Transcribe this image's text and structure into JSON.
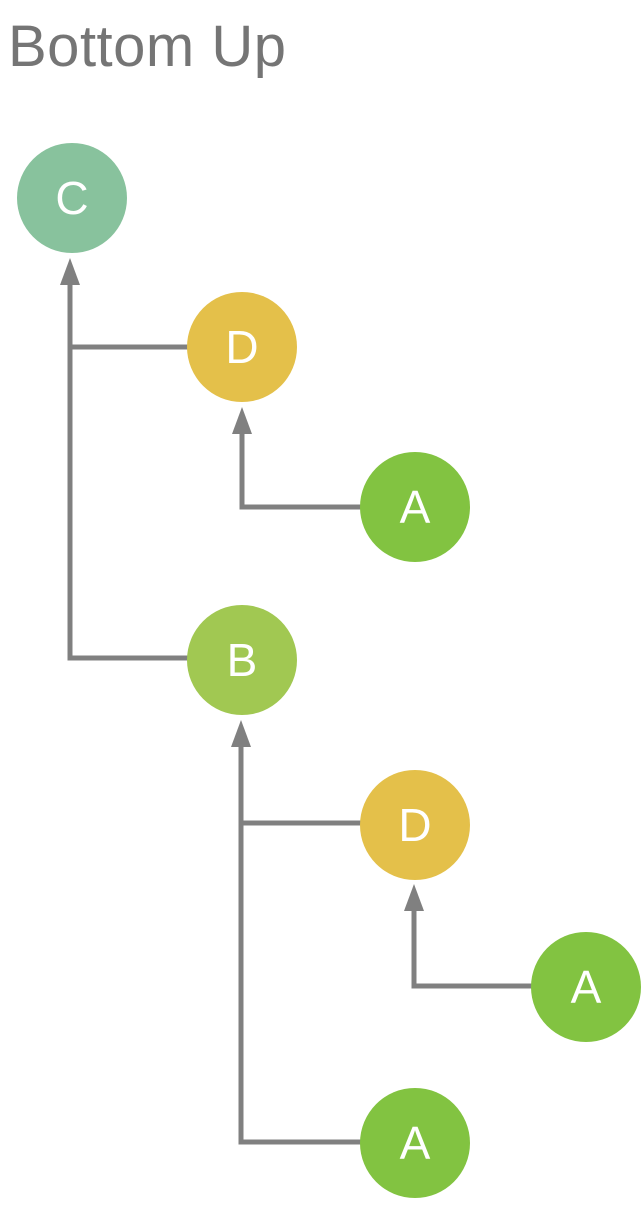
{
  "title": "Bottom Up",
  "colors": {
    "background": "#ffffff",
    "title_text": "#757575",
    "connector": "#808080",
    "node_label_text": "#ffffff",
    "node_teal": "#88c29d",
    "node_gold": "#e4c04a",
    "node_green": "#82c341",
    "node_yellow_green": "#a1c852"
  },
  "nodes": [
    {
      "id": "C",
      "label": "C",
      "color": "#88c29d"
    },
    {
      "id": "D1",
      "label": "D",
      "color": "#e4c04a"
    },
    {
      "id": "A1",
      "label": "A",
      "color": "#82c341"
    },
    {
      "id": "B",
      "label": "B",
      "color": "#a1c852"
    },
    {
      "id": "D2",
      "label": "D",
      "color": "#e4c04a"
    },
    {
      "id": "A2",
      "label": "A",
      "color": "#82c341"
    },
    {
      "id": "A3",
      "label": "A",
      "color": "#82c341"
    }
  ],
  "edges": [
    {
      "from": "D1",
      "to": "C"
    },
    {
      "from": "B",
      "to": "C"
    },
    {
      "from": "A1",
      "to": "D1"
    },
    {
      "from": "D2",
      "to": "B"
    },
    {
      "from": "A3",
      "to": "B"
    },
    {
      "from": "A2",
      "to": "D2"
    }
  ]
}
